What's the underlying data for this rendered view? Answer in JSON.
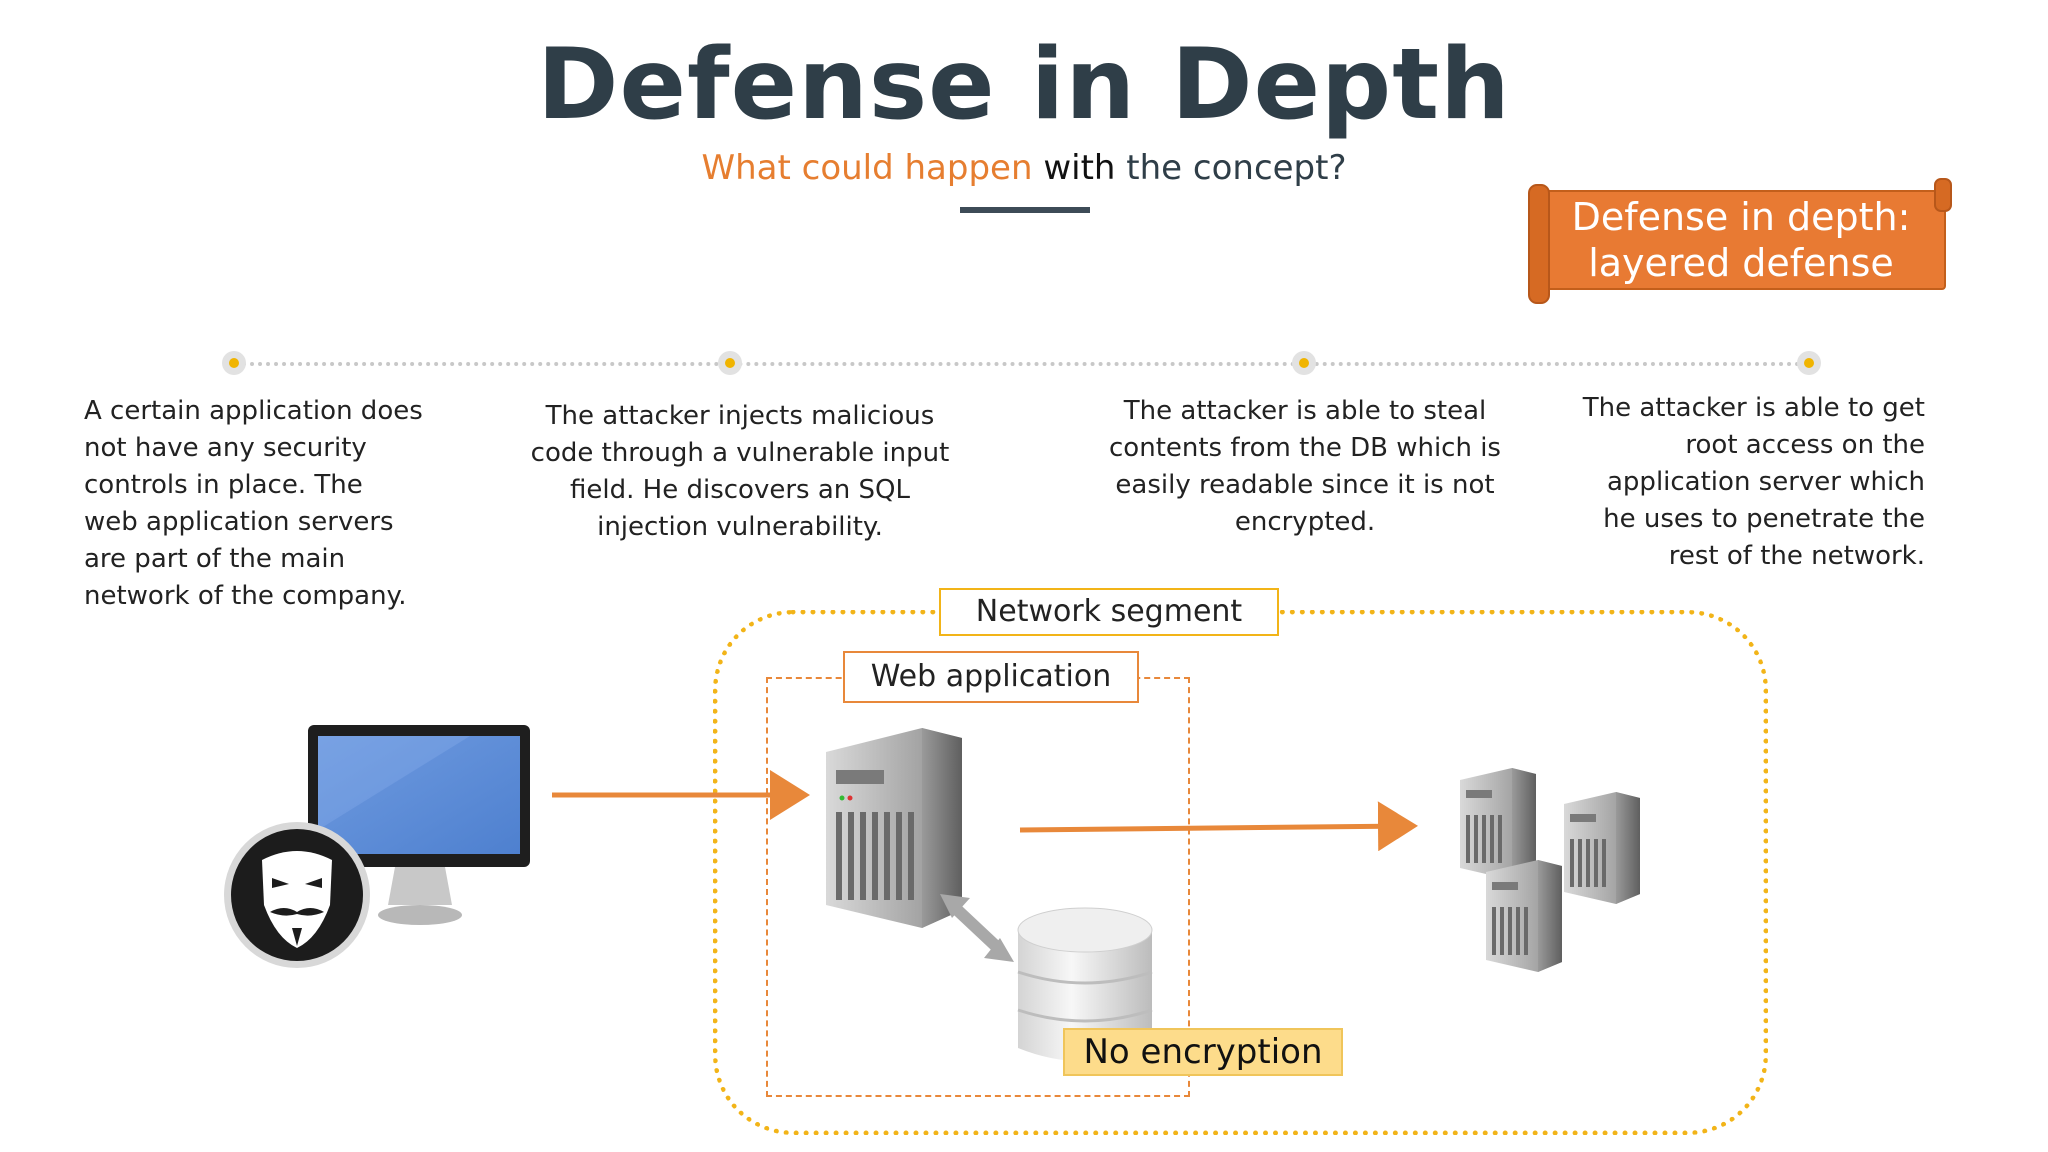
{
  "header": {
    "title": "Defense in Depth",
    "subtitle_accent": "What could happen",
    "subtitle_mid": " with",
    "subtitle_rest": " the concept?"
  },
  "banner": {
    "line1": "Defense in depth:",
    "line2": "layered defense"
  },
  "steps": [
    {
      "text": "A certain application does not have any security controls in place. The web application servers are part of the main network of the company."
    },
    {
      "text": "The attacker injects malicious code through a vulnerable input field. He discovers an SQL injection vulnerability."
    },
    {
      "text": "The attacker is able to steal contents from the DB which is easily readable since it is not encrypted."
    },
    {
      "text": "The attacker is able to get root access on the application server which he uses to penetrate the rest of the network."
    }
  ],
  "diagram": {
    "network_label": "Network segment",
    "webapp_label": "Web application",
    "noenc_label": "No encryption",
    "arrow_color": "#e8883a",
    "segment_color": "#f2b418"
  },
  "icons": [
    "monitor-icon",
    "hacker-mask-icon",
    "server-icon",
    "database-icon",
    "server-cluster-icon"
  ]
}
